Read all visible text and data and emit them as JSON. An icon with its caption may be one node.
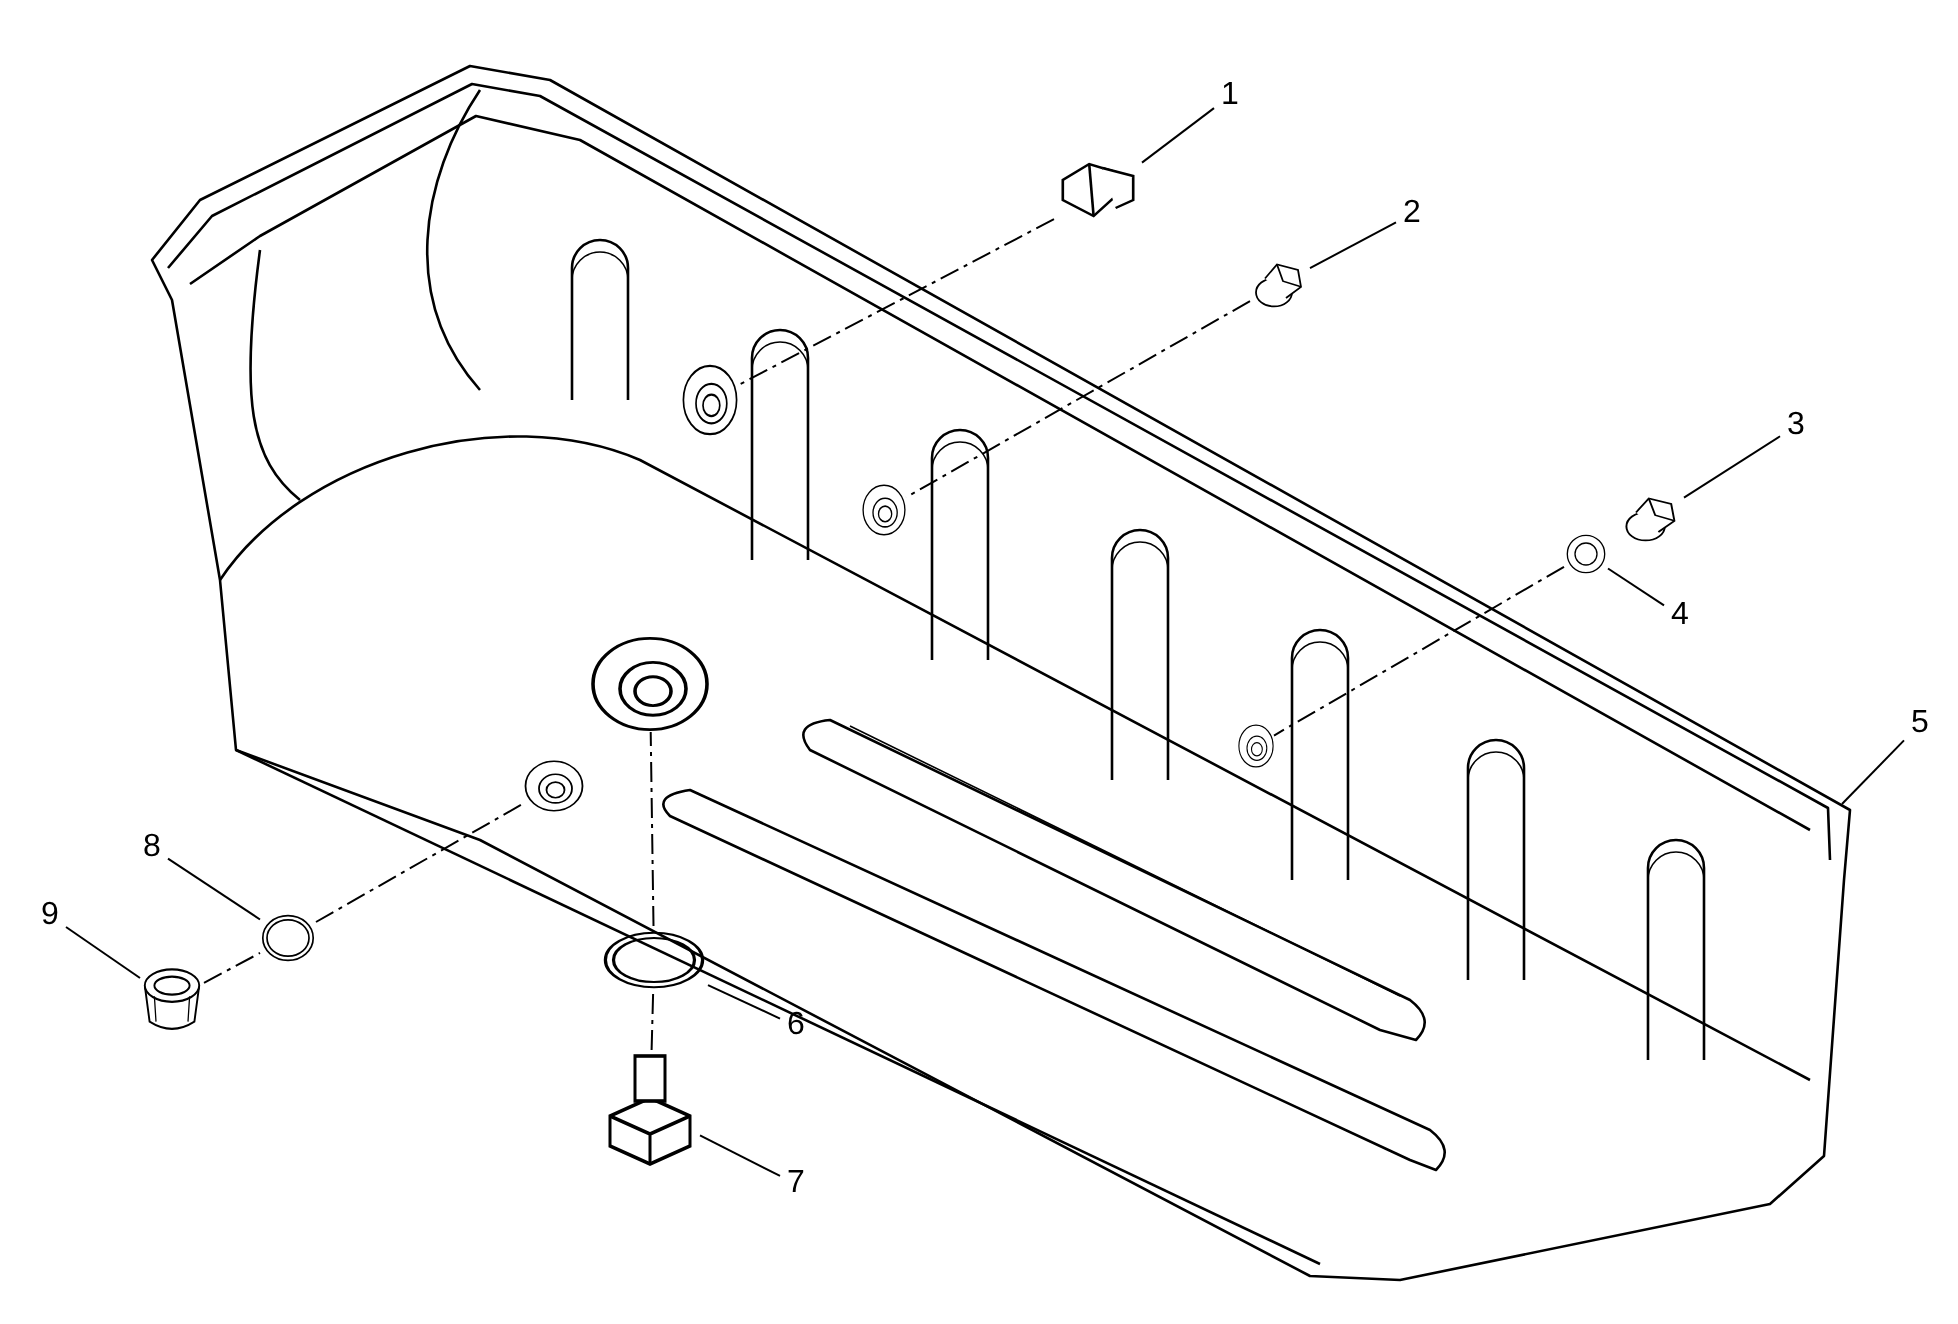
{
  "diagram": {
    "nodes": [
      {
        "text": [
          "1"
        ]
      },
      {
        "text": [
          "2"
        ]
      },
      {
        "text": [
          "3"
        ]
      },
      {
        "text": [
          "4"
        ]
      },
      {
        "text": [
          "5"
        ]
      },
      {
        "text": [
          "6"
        ]
      },
      {
        "text": [
          "7"
        ]
      },
      {
        "text": [
          "8"
        ]
      },
      {
        "text": [
          "9"
        ]
      },
      {
        "text": [],
        "shape": "picture"
      },
      {
        "text": [],
        "shape": "picture"
      },
      {
        "text": [],
        "shape": "picture"
      },
      {
        "text": [],
        "shape": "picture"
      },
      {
        "text": [],
        "shape": "picture"
      },
      {
        "text": [],
        "shape": "picture"
      },
      {
        "text": [],
        "shape": "picture"
      },
      {
        "text": [],
        "shape": "picture"
      },
      {
        "text": [],
        "shape": "picture"
      },
      {
        "text": [],
        "shape": "circle",
        "in": 13
      },
      {
        "text": [],
        "shape": "circle",
        "in": 13
      },
      {
        "text": [],
        "shape": "circle",
        "in": 13
      },
      {
        "text": [],
        "shape": "circle",
        "in": 13
      },
      {
        "text": [],
        "shape": "circle",
        "in": 13
      }
    ],
    "edges": [
      {
        "from": 0,
        "to": 9,
        "arrow": "none"
      },
      {
        "from": 1,
        "to": 10,
        "arrow": "none"
      },
      {
        "from": 2,
        "to": 11,
        "arrow": "none"
      },
      {
        "from": 3,
        "to": 12,
        "arrow": "none"
      },
      {
        "from": 4,
        "to": 13,
        "arrow": "none"
      },
      {
        "from": 5,
        "to": 14,
        "arrow": "none"
      },
      {
        "from": 6,
        "to": 15,
        "arrow": "none"
      },
      {
        "from": 7,
        "to": 16,
        "arrow": "none"
      },
      {
        "from": 8,
        "to": 17,
        "arrow": "none"
      },
      {
        "from": 9,
        "to": 18,
        "arrow": "none",
        "style": "dashed"
      },
      {
        "from": 10,
        "to": 19,
        "arrow": "none",
        "style": "dashed"
      },
      {
        "from": 12,
        "to": 20,
        "arrow": "none",
        "style": "dashed"
      },
      {
        "from": 15,
        "to": 14,
        "arrow": "none",
        "style": "dashed"
      },
      {
        "from": 14,
        "to": 21,
        "arrow": "none",
        "style": "dashed"
      },
      {
        "from": 17,
        "to": 16,
        "arrow": "none",
        "style": "dashed"
      },
      {
        "from": 16,
        "to": 22,
        "arrow": "none",
        "style": "dashed"
      }
    ]
  }
}
